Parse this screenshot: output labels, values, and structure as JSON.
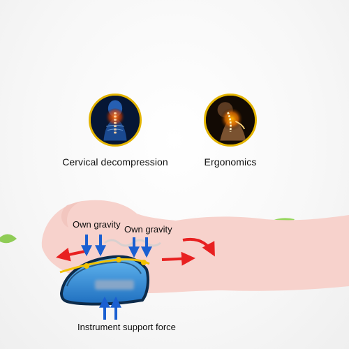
{
  "features": [
    {
      "label": "Cervical decompression",
      "icon": "cervical-spine-icon"
    },
    {
      "label": "Ergonomics",
      "icon": "neck-curve-icon"
    }
  ],
  "diagram": {
    "gravity_label_1": "Own gravity",
    "gravity_label_2": "Own gravity",
    "support_label": "Instrument support force"
  },
  "colors": {
    "badge_ring": "#e3b400",
    "skin": "#f7d2cc",
    "arrow_red": "#e82020",
    "arrow_blue": "#1a5fd1",
    "pillow_blue": "#2e8fd8",
    "leaf_green": "#7cc43a"
  }
}
